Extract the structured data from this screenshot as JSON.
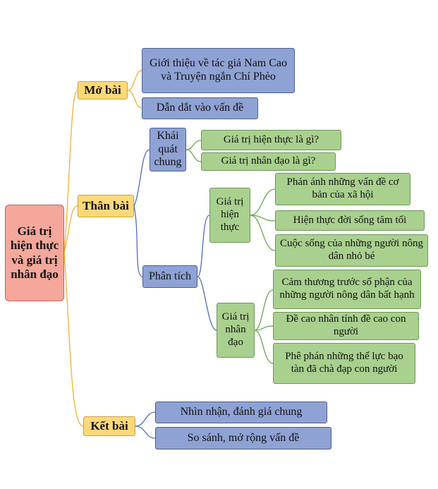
{
  "root": {
    "label": "Giá trị hiện thực và giá trị nhân đạo"
  },
  "mo_bai": {
    "label": "Mở bài",
    "items": [
      "Giới thiệu về tác giả Nam Cao và Truyện ngắn Chí Phèo",
      "Dẫn dắt vào vấn đề"
    ]
  },
  "than_bai": {
    "label": "Thân bài",
    "khai_quat": {
      "label": "Khái quát chung",
      "items": [
        "Giá trị hiện thực là gì?",
        "Giá trị nhân đạo là gì?"
      ]
    },
    "phan_tich": {
      "label": "Phân tích",
      "hien_thuc": {
        "label": "Giá trị hiện thực",
        "items": [
          "Phản ánh những vấn đề cơ bản của xã hội",
          "Hiện thực đời sống tăm tối",
          "Cuộc sống của những người nông dân nhỏ bé"
        ]
      },
      "nhan_dao": {
        "label": "Giá trị nhân đạo",
        "items": [
          "Cảm thương trước số phận của những người nông dân bất hạnh",
          "Đề cao nhân tính đề cao con người",
          "Phê phán những thế lực bạo tàn đã chà đạp con người"
        ]
      }
    }
  },
  "ket_bai": {
    "label": "Kết bài",
    "items": [
      "Nhìn nhận, đánh giá chung",
      "So sánh, mở rộng vấn đề"
    ]
  },
  "colors": {
    "root_fill": "#f4a79a",
    "section_fill": "#fed978",
    "subtopic_fill": "#8fa2d4",
    "detail_fill": "#a9d08e",
    "root_links": "#f2b134",
    "subtopic_links": "#4f6cc0",
    "detail_links": "#6aa84f"
  }
}
